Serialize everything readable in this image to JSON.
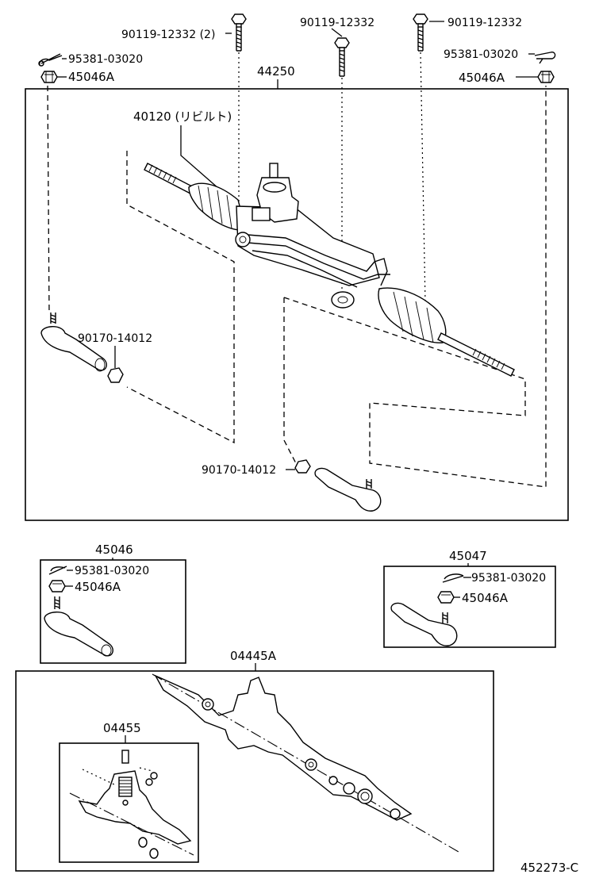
{
  "labels": {
    "bolt_left": "90119-12332 (2)",
    "bolt_center": "90119-12332",
    "bolt_right": "90119-12332",
    "pin_top_left": "95381-03020",
    "nut_top_left": "45046A",
    "pin_top_right": "95381-03020",
    "nut_top_right": "45046A",
    "assembly_main": "44250",
    "gear_rebuilt": "40120 (リビルト)",
    "nut_left_end": "90170-14012",
    "nut_right_end": "90170-14012",
    "end_left_set": "45046",
    "pin_left_set": "95381-03020",
    "nut_left_set": "45046A",
    "end_right_set": "45047",
    "pin_right_set": "95381-03020",
    "nut_right_set": "45046A",
    "gasket_kit": "04445A",
    "seal_kit": "04455",
    "figure_id": "452273-C"
  }
}
